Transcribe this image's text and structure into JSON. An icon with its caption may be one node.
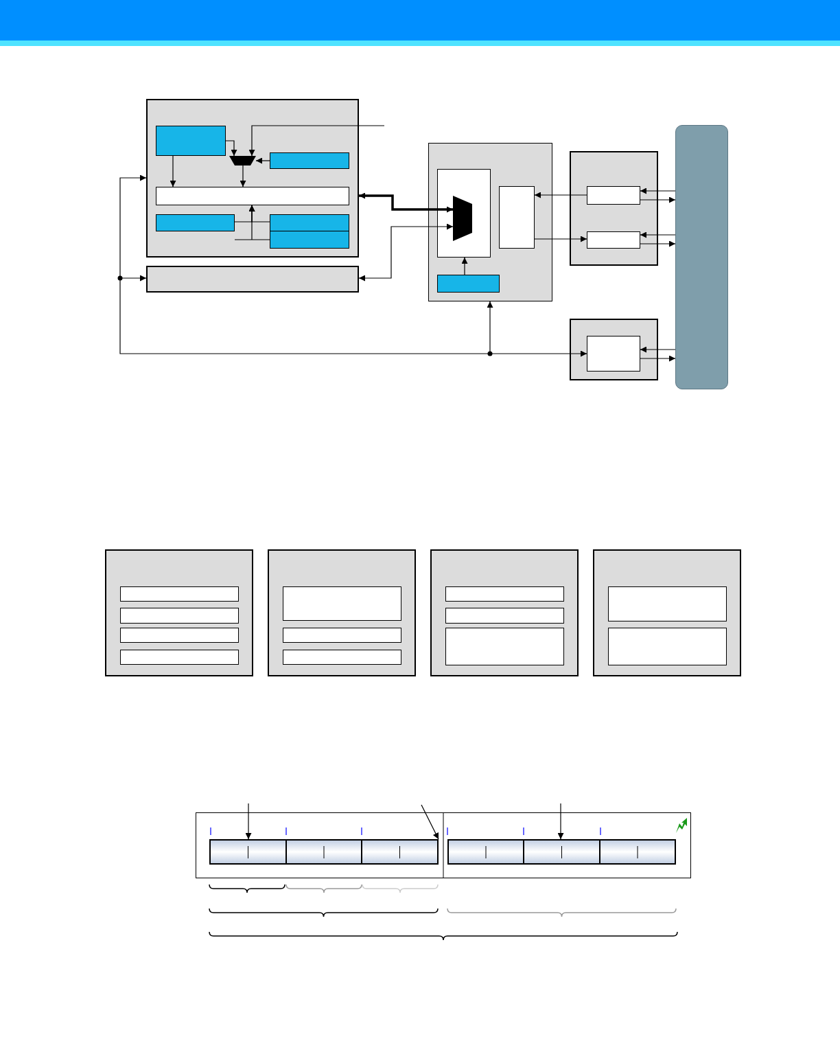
{
  "diagram": {
    "nodes": [
      {
        "text": [],
        "shape": "box"
      },
      {
        "text": [],
        "shape": "box",
        "in": 0
      },
      {
        "text": [],
        "shape": "trapezoid",
        "in": 0
      },
      {
        "text": [],
        "shape": "box",
        "in": 0
      },
      {
        "text": [],
        "shape": "box",
        "in": 0
      },
      {
        "text": [],
        "shape": "box",
        "in": 0
      },
      {
        "text": [],
        "shape": "box",
        "in": 0
      },
      {
        "text": [],
        "shape": "box",
        "in": 0
      },
      {
        "text": [],
        "shape": "box"
      },
      {
        "text": [],
        "shape": "box"
      },
      {
        "text": [],
        "shape": "box",
        "in": 9
      },
      {
        "text": [],
        "shape": "trapezoid",
        "in": 10
      },
      {
        "text": [],
        "shape": "box",
        "in": 9
      },
      {
        "text": [],
        "shape": "box",
        "in": 9
      },
      {
        "text": [],
        "shape": "box"
      },
      {
        "text": [],
        "shape": "box",
        "in": 14
      },
      {
        "text": [],
        "shape": "box",
        "in": 14
      },
      {
        "text": [],
        "shape": "box"
      },
      {
        "text": [],
        "shape": "box",
        "in": 17
      },
      {
        "text": [],
        "shape": "bar"
      },
      {
        "text": [],
        "shape": "box"
      },
      {
        "text": [],
        "shape": "box",
        "in": 20
      },
      {
        "text": [],
        "shape": "box",
        "in": 20
      },
      {
        "text": [],
        "shape": "box",
        "in": 20
      },
      {
        "text": [],
        "shape": "box",
        "in": 20
      },
      {
        "text": [],
        "shape": "box"
      },
      {
        "text": [],
        "shape": "box",
        "in": 25
      },
      {
        "text": [],
        "shape": "box",
        "in": 25
      },
      {
        "text": [],
        "shape": "box",
        "in": 25
      },
      {
        "text": [],
        "shape": "box"
      },
      {
        "text": [],
        "shape": "box",
        "in": 29
      },
      {
        "text": [],
        "shape": "box",
        "in": 29
      },
      {
        "text": [],
        "shape": "box",
        "in": 29
      },
      {
        "text": [],
        "shape": "box"
      },
      {
        "text": [],
        "shape": "box",
        "in": 33
      },
      {
        "text": [],
        "shape": "box",
        "in": 33
      },
      {
        "text": [],
        "shape": "box"
      },
      {
        "text": [],
        "shape": "box",
        "in": 36
      },
      {
        "text": [],
        "shape": "box",
        "in": 36
      },
      {
        "text": [],
        "shape": "box",
        "in": 36
      },
      {
        "text": [],
        "shape": "box",
        "in": 36
      },
      {
        "text": [],
        "shape": "box",
        "in": 36
      },
      {
        "text": [],
        "shape": "box",
        "in": 36
      }
    ],
    "edges": [
      {
        "from": 1,
        "to": 2,
        "arrow": "to"
      },
      {
        "from": null,
        "to": 2,
        "arrow": "to"
      },
      {
        "from": 3,
        "to": 2,
        "arrow": "to"
      },
      {
        "from": 1,
        "to": 4,
        "arrow": "to"
      },
      {
        "from": 2,
        "to": 4,
        "arrow": "to"
      },
      {
        "from": 5,
        "to": 4,
        "arrow": "to"
      },
      {
        "from": 6,
        "to": 4,
        "arrow": "to"
      },
      {
        "from": 7,
        "to": 4,
        "arrow": "to"
      },
      {
        "from": 11,
        "to": 0,
        "arrow": "both",
        "style": "thick"
      },
      {
        "from": 8,
        "to": 11,
        "arrow": "both"
      },
      {
        "from": 13,
        "to": 10,
        "arrow": "to"
      },
      {
        "from": 15,
        "to": 12,
        "arrow": "to"
      },
      {
        "from": 12,
        "to": 16,
        "arrow": "to"
      },
      {
        "from": 19,
        "to": 15,
        "arrow": "to"
      },
      {
        "from": 15,
        "to": 19,
        "arrow": "to"
      },
      {
        "from": 19,
        "to": 16,
        "arrow": "to"
      },
      {
        "from": 16,
        "to": 19,
        "arrow": "to"
      },
      {
        "from": 19,
        "to": 18,
        "arrow": "to"
      },
      {
        "from": 18,
        "to": 19,
        "arrow": "to"
      },
      {
        "from": null,
        "to": 0,
        "arrow": "to"
      },
      {
        "from": null,
        "to": 8,
        "arrow": "to"
      },
      {
        "from": null,
        "to": 9,
        "arrow": "to"
      },
      {
        "from": null,
        "to": 18,
        "arrow": "to"
      },
      {
        "from": null,
        "to": 37,
        "arrow": "to"
      },
      {
        "from": null,
        "to": 39,
        "arrow": "to"
      },
      {
        "from": null,
        "to": 41,
        "arrow": "to"
      }
    ]
  }
}
